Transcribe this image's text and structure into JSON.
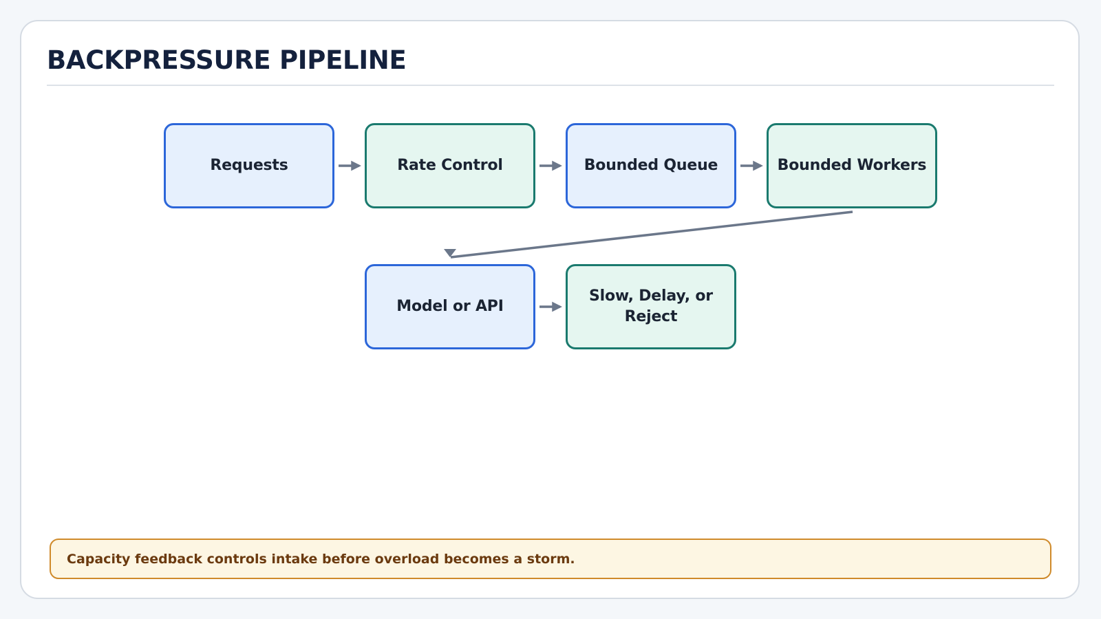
{
  "title": "BACKPRESSURE PIPELINE",
  "nodes": {
    "requests": "Requests",
    "rate_control": "Rate Control",
    "bounded_queue": "Bounded Queue",
    "bounded_workers": "Bounded Workers",
    "model_or_api": "Model or API",
    "slow_delay_reject": "Slow, Delay, or Reject"
  },
  "callout": "Capacity feedback controls intake before overload becomes a storm.",
  "colors": {
    "blue_node_fill": "#e6f0fd",
    "blue_node_border": "#2c66d9",
    "green_node_fill": "#e5f6f0",
    "green_node_border": "#1a7a6e",
    "arrow": "#6b778a",
    "callout_fill": "#fdf6e3",
    "callout_border": "#cf8a2a",
    "title": "#14213d"
  }
}
